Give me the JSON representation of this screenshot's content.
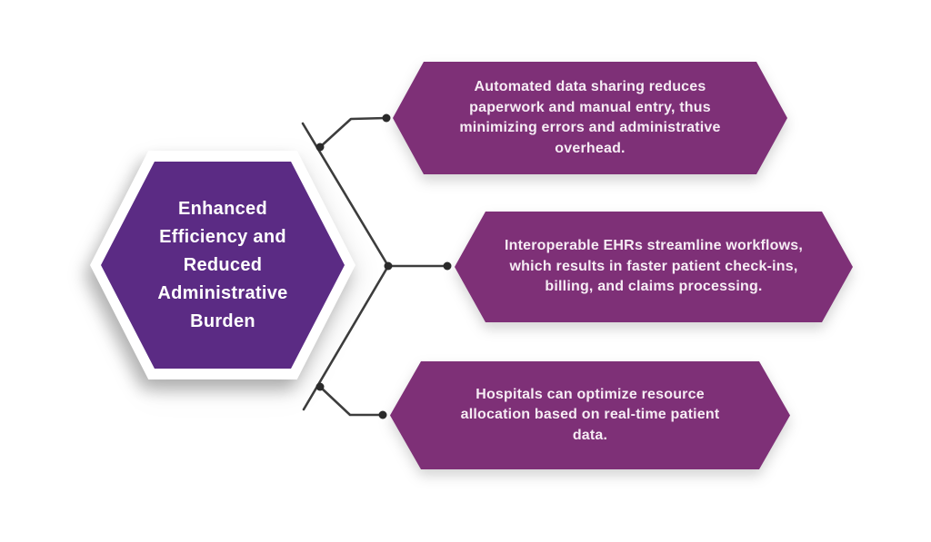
{
  "diagram": {
    "title": "Enhanced Efficiency and Reduced Administrative Burden infographic",
    "center": {
      "label": "Enhanced\nEfficiency and\nReduced\nAdministrative\nBurden"
    },
    "items": [
      {
        "text": "Automated data sharing reduces\npaperwork and manual entry, thus\nminimizing errors and administrative\noverhead."
      },
      {
        "text": "Interoperable EHRs streamline workflows,\nwhich results in faster patient check-ins,\nbilling, and claims processing."
      },
      {
        "text": "Hospitals can optimize resource\nallocation based on real-time patient\ndata."
      }
    ],
    "colors": {
      "background": "#ffffff",
      "hexagon": "#5b2b84",
      "hexagon_text": "#ffffff",
      "banner": "#7e3077",
      "banner_text": "#f6ecf4",
      "line": "#3d3d3d",
      "dot": "#2b2b2b"
    }
  }
}
